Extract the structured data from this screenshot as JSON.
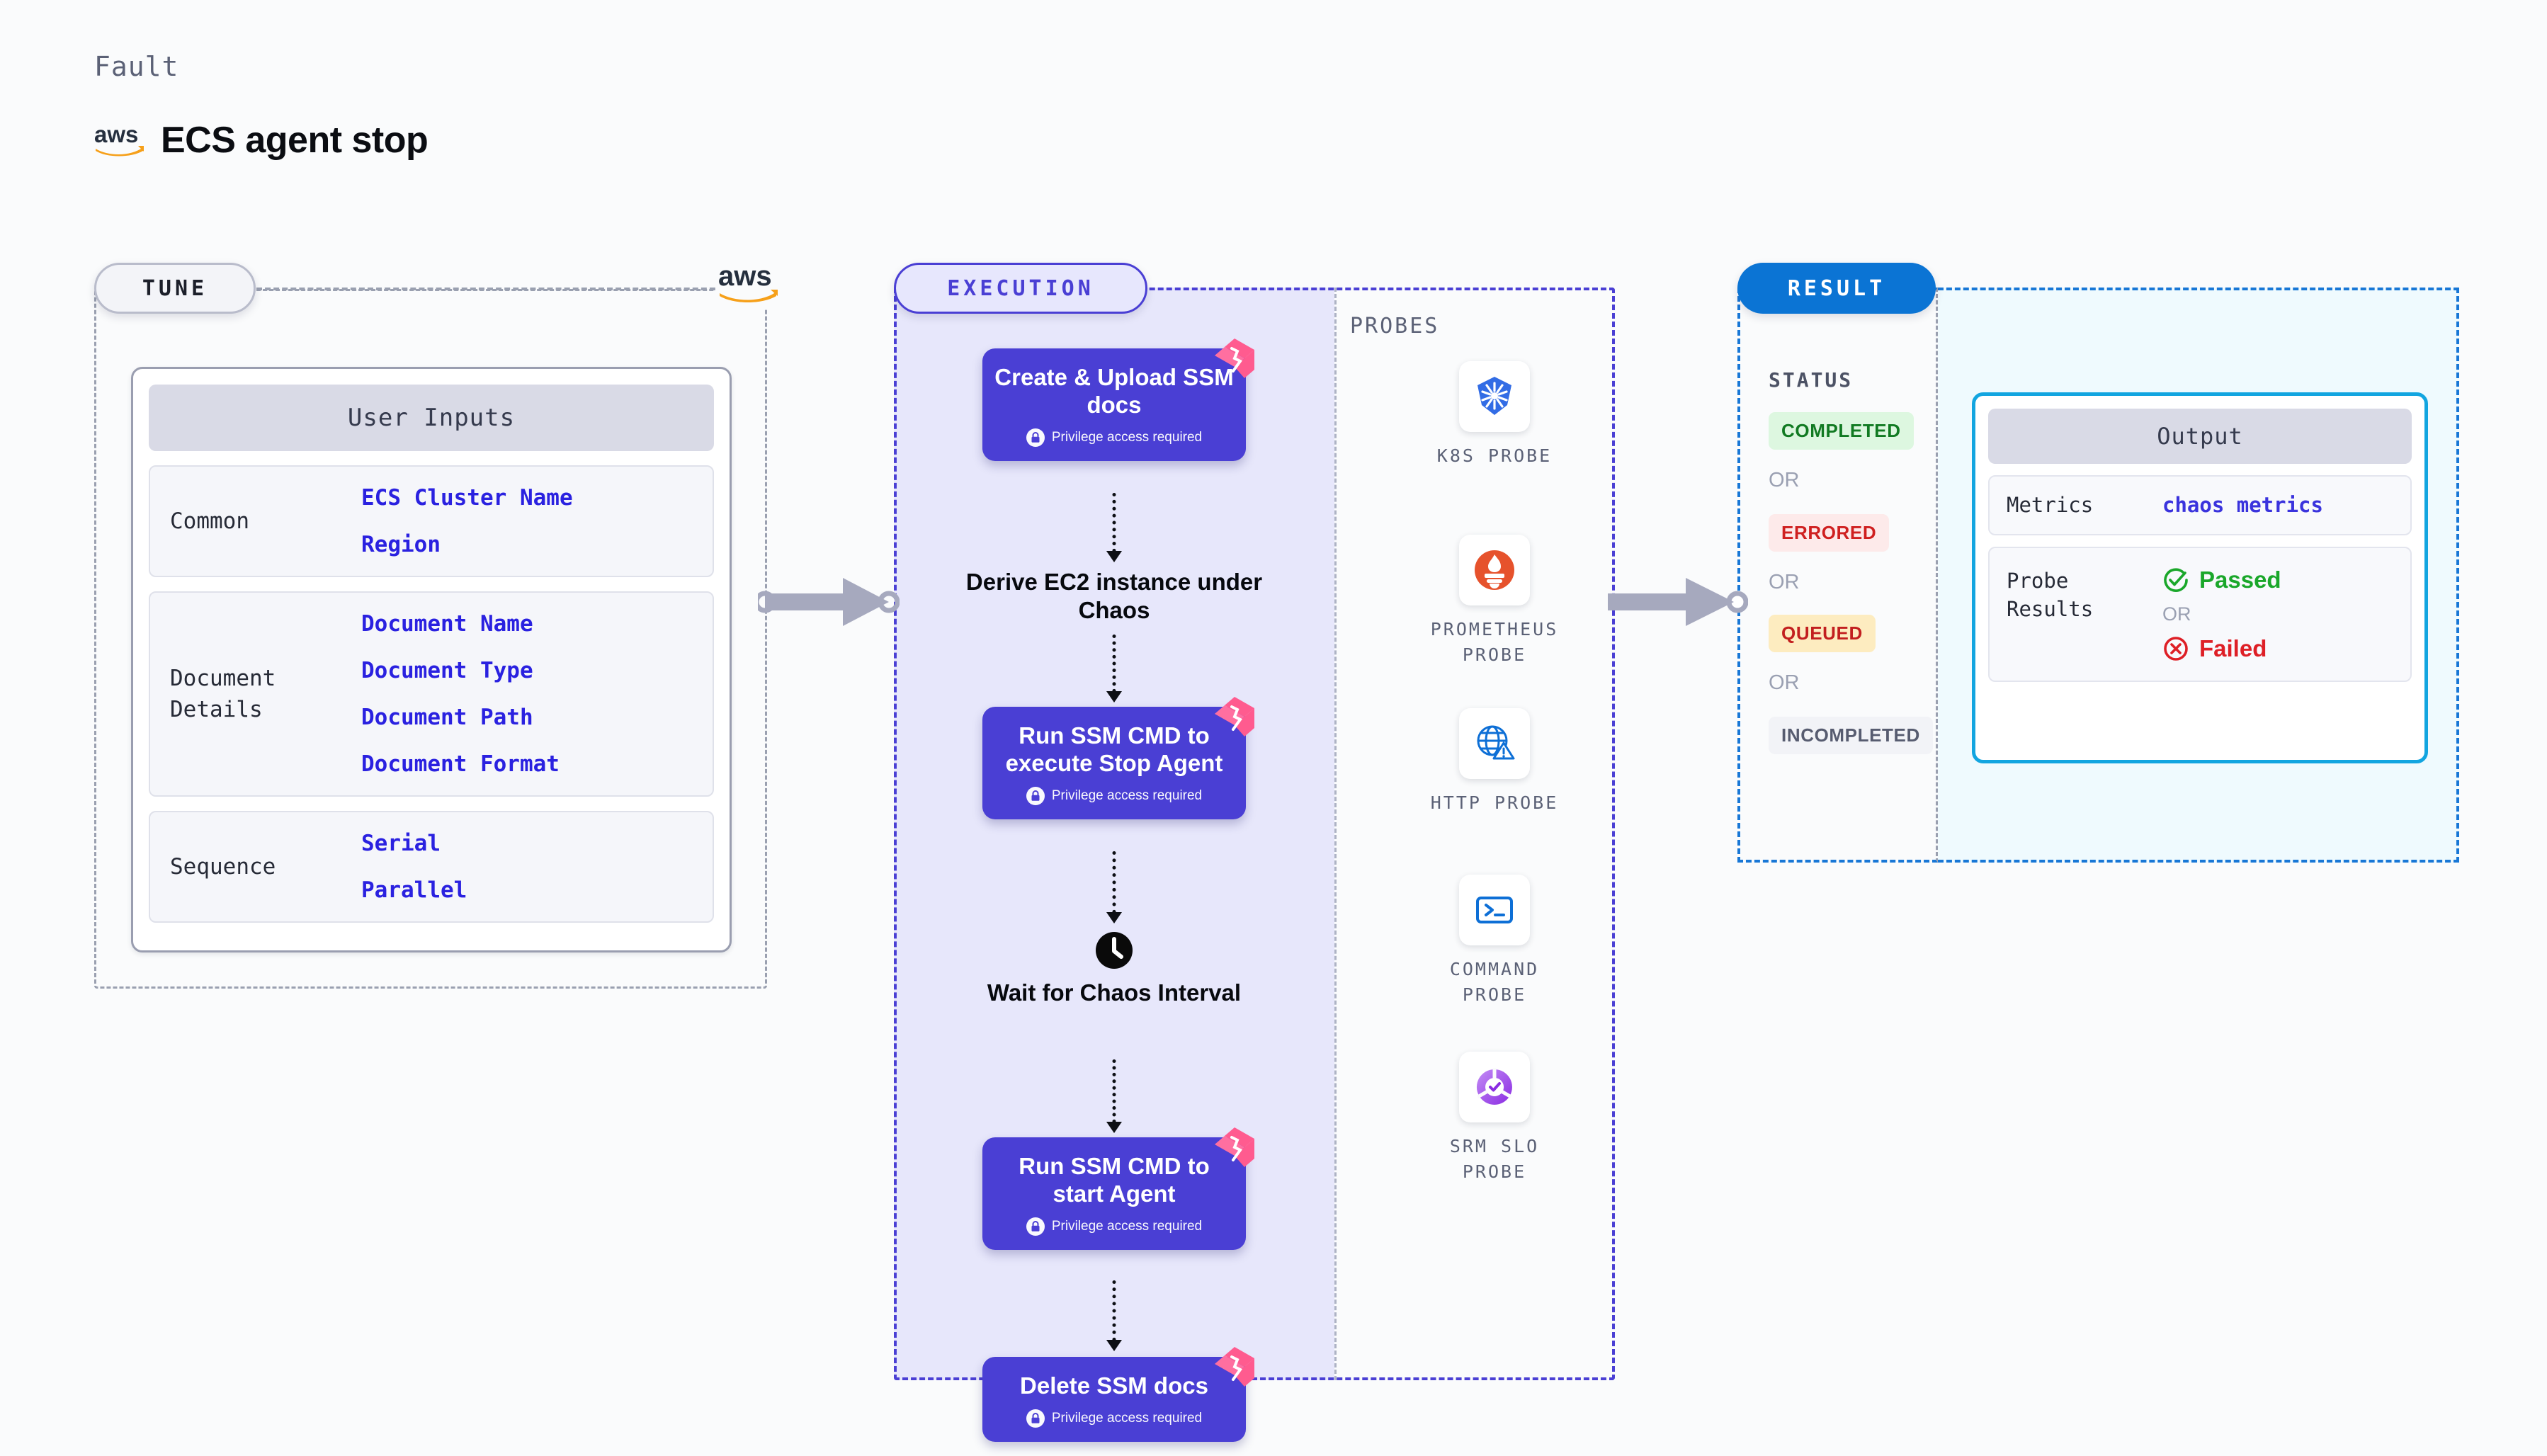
{
  "header": {
    "kicker": "Fault",
    "title": "ECS agent stop",
    "brand_icon": "aws-logo"
  },
  "tune": {
    "pill_label": "TUNE",
    "corner_icon": "aws-logo",
    "card_title": "User Inputs",
    "groups": [
      {
        "label": "Common",
        "values": [
          "ECS Cluster Name",
          "Region"
        ]
      },
      {
        "label": "Document\nDetails",
        "values": [
          "Document Name",
          "Document Type",
          "Document Path",
          "Document Format"
        ]
      },
      {
        "label": "Sequence",
        "values": [
          "Serial",
          "Parallel"
        ]
      }
    ]
  },
  "execution": {
    "pill_label": "EXECUTION",
    "privilege_note": "Privilege access required",
    "nodes": [
      {
        "type": "action",
        "title": "Create & Upload SSM docs",
        "privileged": true,
        "ribbon": "harness-logo"
      },
      {
        "type": "plain",
        "title": "Derive EC2 instance under Chaos",
        "icon": ""
      },
      {
        "type": "action",
        "title": "Run SSM CMD to execute Stop Agent",
        "privileged": true,
        "ribbon": "harness-logo"
      },
      {
        "type": "plain",
        "title": "Wait for Chaos Interval",
        "icon": "clock-icon"
      },
      {
        "type": "action",
        "title": "Run SSM CMD to start Agent",
        "privileged": true,
        "ribbon": "harness-logo"
      },
      {
        "type": "action",
        "title": "Delete SSM docs",
        "privileged": true,
        "ribbon": "harness-logo"
      }
    ]
  },
  "probes": {
    "title": "PROBES",
    "items": [
      {
        "label": "K8S PROBE",
        "icon": "kubernetes-icon"
      },
      {
        "label": "PROMETHEUS\nPROBE",
        "icon": "prometheus-icon"
      },
      {
        "label": "HTTP PROBE",
        "icon": "http-globe-icon"
      },
      {
        "label": "COMMAND\nPROBE",
        "icon": "terminal-icon"
      },
      {
        "label": "SRM SLO\nPROBE",
        "icon": "srm-slo-icon"
      }
    ]
  },
  "result": {
    "pill_label": "RESULT",
    "status_title": "STATUS",
    "or_label": "OR",
    "statuses": [
      {
        "label": "COMPLETED",
        "bg": "#ddf7e0",
        "fg": "#117a22"
      },
      {
        "label": "ERRORED",
        "bg": "#fdeaea",
        "fg": "#cf2020"
      },
      {
        "label": "QUEUED",
        "bg": "#fdecc0",
        "fg": "#c21f1f"
      },
      {
        "label": "INCOMPLETED",
        "bg": "#f2f3f7",
        "fg": "#575c70"
      }
    ],
    "output": {
      "title": "Output",
      "metrics_label": "Metrics",
      "metrics_value": "chaos metrics",
      "probe_results_label": "Probe\nResults",
      "passed_label": "Passed",
      "failed_label": "Failed",
      "or_label": "OR"
    }
  },
  "colors": {
    "accent_purple": "#4a3fd4",
    "accent_blue": "#0b74d4",
    "cyan": "#12a5e0",
    "pink_ribbon": "#ff5b8f",
    "aws_orange": "#f6a01a",
    "green": "#1aa72a",
    "red": "#de1f26"
  }
}
